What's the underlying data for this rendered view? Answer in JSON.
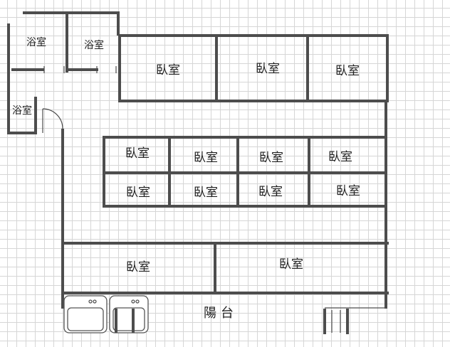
{
  "rooms": {
    "bath_top_left": "浴室",
    "bath_top_mid": "浴室",
    "bath_left": "浴室",
    "bed_top_1": "臥室",
    "bed_top_2": "臥室",
    "bed_top_3": "臥室",
    "bed_mid_1": "臥室",
    "bed_mid_2": "臥室",
    "bed_mid_3": "臥室",
    "bed_mid_4": "臥室",
    "bed_low_1": "臥室",
    "bed_low_2": "臥室",
    "bed_low_3": "臥室",
    "bed_low_4": "臥室",
    "bed_bottom_1": "臥室",
    "bed_bottom_2": "臥室"
  },
  "balcony": "陽台"
}
